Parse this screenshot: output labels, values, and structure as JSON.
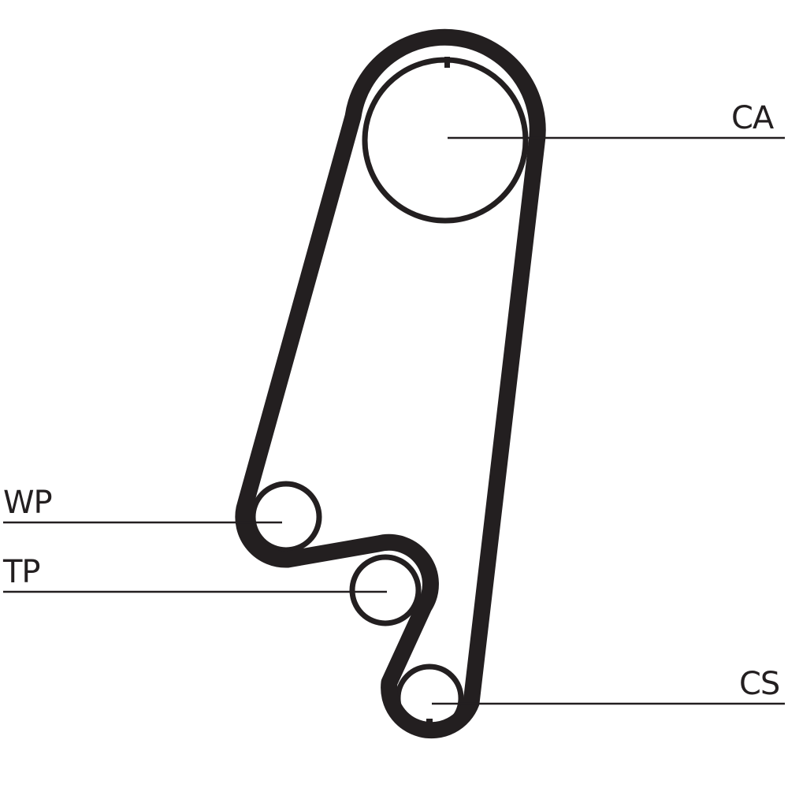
{
  "labels": {
    "camshaft": "CA",
    "water_pump": "WP",
    "tensioner": "TP",
    "crankshaft": "CS"
  },
  "colors": {
    "ink": "#231f20",
    "background": "#ffffff"
  }
}
